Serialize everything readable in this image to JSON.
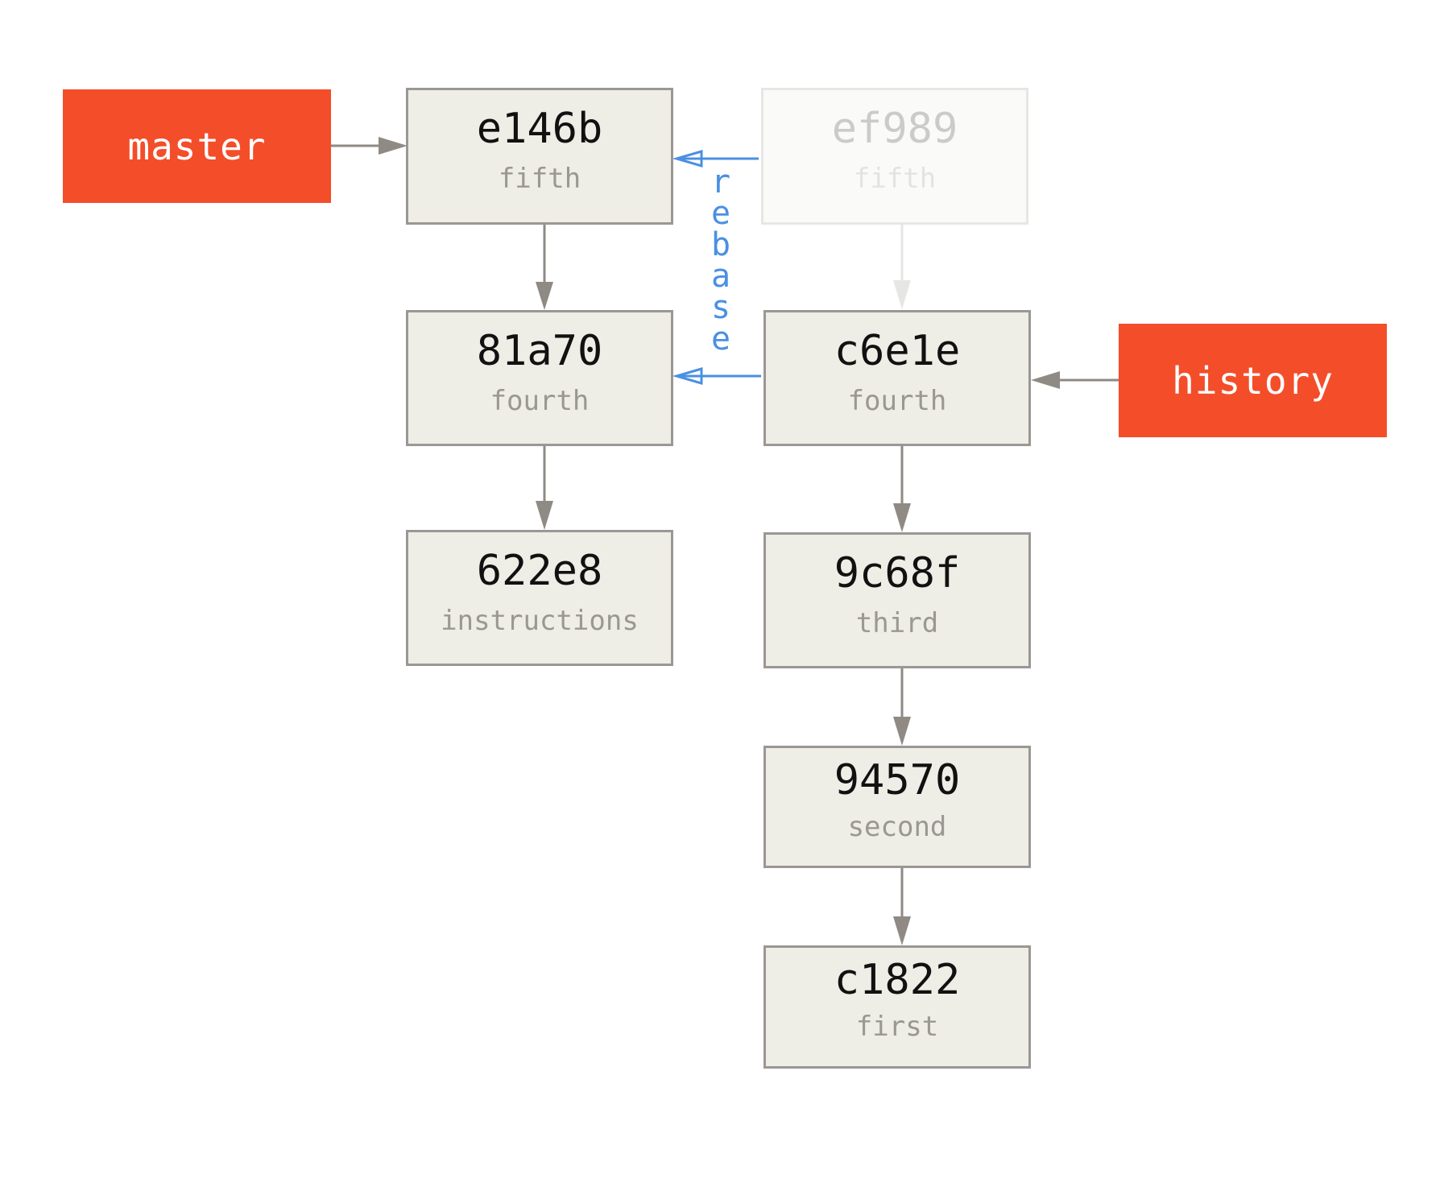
{
  "branches": [
    {
      "id": "master",
      "label": "master"
    },
    {
      "id": "history",
      "label": "history"
    }
  ],
  "commits": [
    {
      "id": "e146b",
      "hash": "e146b",
      "message": "fifth"
    },
    {
      "id": "81a70",
      "hash": "81a70",
      "message": "fourth"
    },
    {
      "id": "622e8",
      "hash": "622e8",
      "message": "instructions"
    },
    {
      "id": "ef989",
      "hash": "ef989",
      "message": "fifth",
      "faded": true
    },
    {
      "id": "c6e1e",
      "hash": "c6e1e",
      "message": "fourth"
    },
    {
      "id": "9c68f",
      "hash": "9c68f",
      "message": "third"
    },
    {
      "id": "94570",
      "hash": "94570",
      "message": "second"
    },
    {
      "id": "c1822",
      "hash": "c1822",
      "message": "first"
    }
  ],
  "edges": [
    {
      "from": "master",
      "to": "e146b",
      "kind": "ref"
    },
    {
      "from": "history",
      "to": "c6e1e",
      "kind": "ref"
    },
    {
      "from": "e146b",
      "to": "81a70",
      "kind": "parent"
    },
    {
      "from": "81a70",
      "to": "622e8",
      "kind": "parent"
    },
    {
      "from": "ef989",
      "to": "c6e1e",
      "kind": "parent-faded"
    },
    {
      "from": "c6e1e",
      "to": "9c68f",
      "kind": "parent"
    },
    {
      "from": "9c68f",
      "to": "94570",
      "kind": "parent"
    },
    {
      "from": "94570",
      "to": "c1822",
      "kind": "parent"
    },
    {
      "from": "ef989",
      "to": "e146b",
      "kind": "rebase"
    },
    {
      "from": "c6e1e",
      "to": "81a70",
      "kind": "rebase"
    }
  ],
  "annotation": {
    "label": "rebase"
  },
  "colors": {
    "branch": "#F44D2A",
    "commit_fill": "#EEEDE6",
    "commit_border": "#9A9794",
    "arrow": "#8F8A84",
    "rebase": "#4A90E2",
    "faded": "#E6E6E4"
  }
}
